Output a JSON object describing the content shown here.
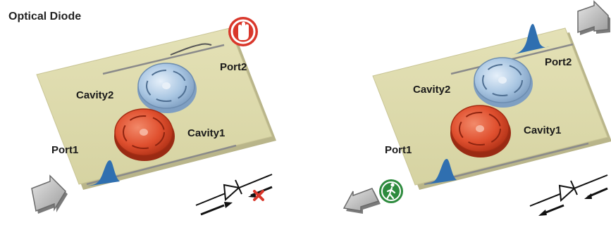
{
  "title": "Optical Diode",
  "panels": [
    {
      "port1": "Port1",
      "port2": "Port2",
      "cavity1": "Cavity1",
      "cavity2": "Cavity2",
      "status_icon": "stop-hand-icon",
      "diode_state": "blocked"
    },
    {
      "port1": "Port1",
      "port2": "Port2",
      "cavity1": "Cavity1",
      "cavity2": "Cavity2",
      "status_icon": "walking-person-icon",
      "diode_state": "pass"
    }
  ],
  "colors": {
    "board": "#dedbae",
    "board_edge": "#b9b58a",
    "cavity1": "#e0502f",
    "cavity2": "#a9c6e2",
    "pulse": "#2f6fb0",
    "stop": "#d9372b",
    "go": "#2e8b3e",
    "arrow": "#bdbdbd"
  }
}
